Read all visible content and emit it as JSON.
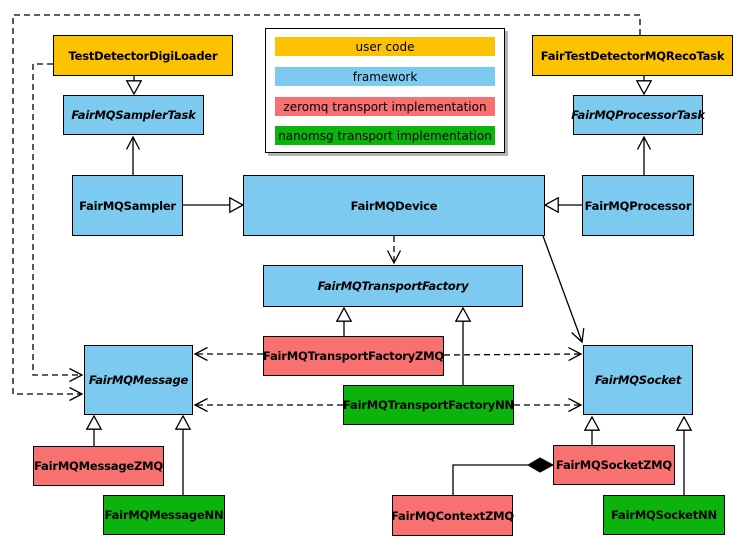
{
  "legend": {
    "items": [
      {
        "label": "user code",
        "color": "#FCC101"
      },
      {
        "label": "framework",
        "color": "#7CCAEF"
      },
      {
        "label": "zeromq transport implementation",
        "color": "#F87070"
      },
      {
        "label": "nanomsg transport implementation",
        "color": "#0DB30D"
      }
    ]
  },
  "boxes": {
    "digi_loader": {
      "label": "TestDetectorDigiLoader",
      "category": "user code"
    },
    "sampler_task": {
      "label": "FairMQSamplerTask",
      "category": "framework",
      "abstract": true
    },
    "sampler": {
      "label": "FairMQSampler",
      "category": "framework"
    },
    "device": {
      "label": "FairMQDevice",
      "category": "framework"
    },
    "reco_task": {
      "label": "FairTestDetectorMQRecoTask",
      "category": "user code"
    },
    "processor_task": {
      "label": "FairMQProcessorTask",
      "category": "framework",
      "abstract": true
    },
    "processor": {
      "label": "FairMQProcessor",
      "category": "framework"
    },
    "transport_factory": {
      "label": "FairMQTransportFactory",
      "category": "framework",
      "abstract": true
    },
    "transport_factory_zmq": {
      "label": "FairMQTransportFactoryZMQ",
      "category": "zeromq"
    },
    "transport_factory_nn": {
      "label": "FairMQTransportFactoryNN",
      "category": "nanomsg"
    },
    "message": {
      "label": "FairMQMessage",
      "category": "framework",
      "abstract": true
    },
    "socket": {
      "label": "FairMQSocket",
      "category": "framework",
      "abstract": true
    },
    "message_zmq": {
      "label": "FairMQMessageZMQ",
      "category": "zeromq"
    },
    "message_nn": {
      "label": "FairMQMessageNN",
      "category": "nanomsg"
    },
    "socket_zmq": {
      "label": "FairMQSocketZMQ",
      "category": "zeromq"
    },
    "socket_nn": {
      "label": "FairMQSocketNN",
      "category": "nanomsg"
    },
    "context_zmq": {
      "label": "FairMQContextZMQ",
      "category": "zeromq"
    }
  },
  "relationships": [
    {
      "from": "TestDetectorDigiLoader",
      "to": "FairMQSamplerTask",
      "type": "inheritance"
    },
    {
      "from": "FairTestDetectorMQRecoTask",
      "to": "FairMQProcessorTask",
      "type": "inheritance"
    },
    {
      "from": "FairMQSampler",
      "to": "FairMQDevice",
      "type": "inheritance"
    },
    {
      "from": "FairMQProcessor",
      "to": "FairMQDevice",
      "type": "inheritance"
    },
    {
      "from": "FairMQSampler",
      "to": "FairMQSamplerTask",
      "type": "association"
    },
    {
      "from": "FairMQProcessor",
      "to": "FairMQProcessorTask",
      "type": "association"
    },
    {
      "from": "FairMQDevice",
      "to": "FairMQSocket",
      "type": "association"
    },
    {
      "from": "FairMQDevice",
      "to": "FairMQTransportFactory",
      "type": "dependency"
    },
    {
      "from": "TestDetectorDigiLoader",
      "to": "FairMQMessage",
      "type": "dependency"
    },
    {
      "from": "FairTestDetectorMQRecoTask",
      "to": "FairMQMessage",
      "type": "dependency"
    },
    {
      "from": "FairMQTransportFactoryZMQ",
      "to": "FairMQTransportFactory",
      "type": "inheritance"
    },
    {
      "from": "FairMQTransportFactoryNN",
      "to": "FairMQTransportFactory",
      "type": "inheritance"
    },
    {
      "from": "FairMQTransportFactoryZMQ",
      "to": "FairMQMessage",
      "type": "dependency"
    },
    {
      "from": "FairMQTransportFactoryZMQ",
      "to": "FairMQSocket",
      "type": "dependency"
    },
    {
      "from": "FairMQTransportFactoryNN",
      "to": "FairMQMessage",
      "type": "dependency"
    },
    {
      "from": "FairMQTransportFactoryNN",
      "to": "FairMQSocket",
      "type": "dependency"
    },
    {
      "from": "FairMQMessageZMQ",
      "to": "FairMQMessage",
      "type": "inheritance"
    },
    {
      "from": "FairMQMessageNN",
      "to": "FairMQMessage",
      "type": "inheritance"
    },
    {
      "from": "FairMQSocketZMQ",
      "to": "FairMQSocket",
      "type": "inheritance"
    },
    {
      "from": "FairMQSocketNN",
      "to": "FairMQSocket",
      "type": "inheritance"
    },
    {
      "from": "FairMQContextZMQ",
      "to": "FairMQSocketZMQ",
      "type": "composition"
    }
  ]
}
